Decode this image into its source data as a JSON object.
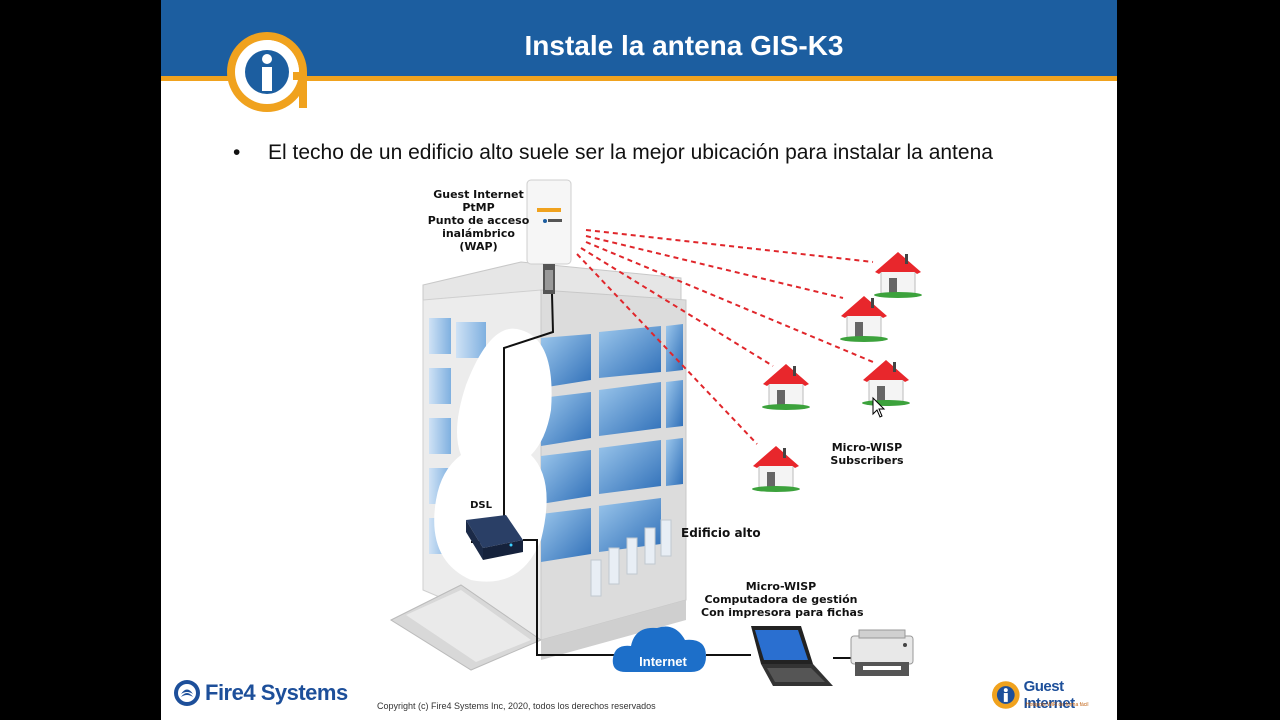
{
  "slide": {
    "title": "Instale la antena GIS-K3",
    "bullet_marker": "•",
    "bullet_text": "El techo de un edificio alto suele ser la mejor ubicación para instalar la antena"
  },
  "diagram": {
    "wap_label": [
      "Guest Internet",
      "PtMP",
      "Punto de acceso",
      "inalámbrico",
      "(WAP)"
    ],
    "dsl_label": "DSL",
    "building_label": "Edificio alto",
    "subscribers_label": [
      "Micro-WISP",
      "Subscribers"
    ],
    "computer_label": [
      "Micro-WISP",
      "Computadora de gestión",
      "Con impresora para fichas"
    ],
    "internet_label": "Internet"
  },
  "footer": {
    "fire4_logo_text": "Fire4 Systems",
    "copyright": "Copyright (c) Fire4 Systems Inc, 2020, todos los derechos reservados",
    "gi_logo_text": "Guest Internet",
    "gi_tagline": "Hotspots WiFi de forma fácil"
  },
  "colors": {
    "header": "#1c5ea0",
    "accent": "#f0a21e",
    "dashed_link": "#e0262b",
    "house_roof": "#e8272c"
  }
}
